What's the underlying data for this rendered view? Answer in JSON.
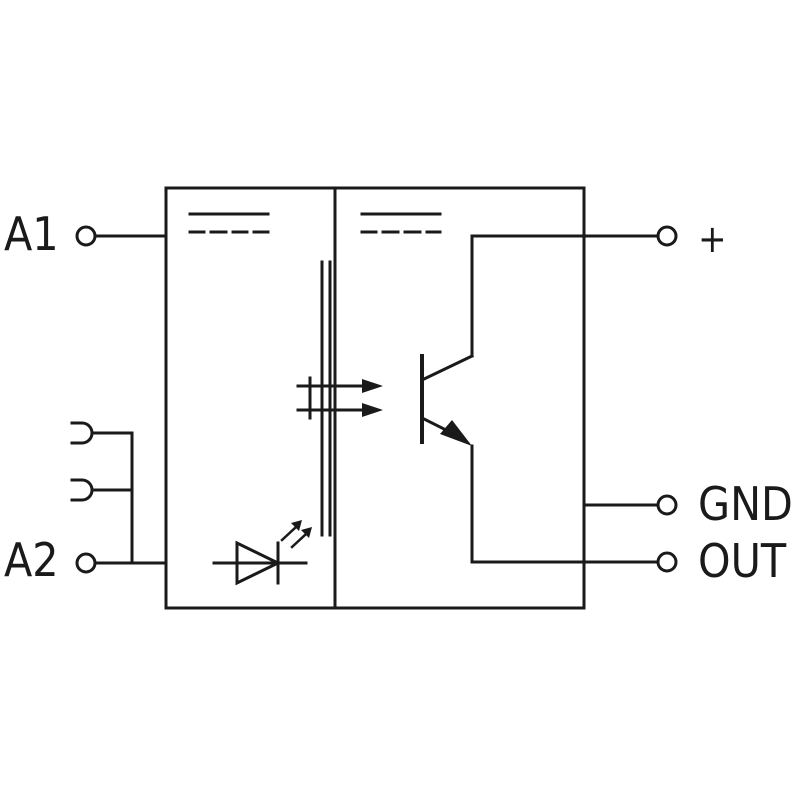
{
  "terminals": {
    "a1": "A1",
    "a2": "A2",
    "plus": "+",
    "gnd": "GND",
    "out": "OUT"
  },
  "colors": {
    "stroke": "#1a1a1a",
    "background": "#ffffff"
  },
  "symbols": {
    "input_section": [
      "dc-symbol-icon",
      "led-icon",
      "light-emission-icon",
      "plug-contact-icon"
    ],
    "output_section": [
      "dc-symbol-icon",
      "npn-transistor-icon",
      "light-reception-icon"
    ]
  }
}
